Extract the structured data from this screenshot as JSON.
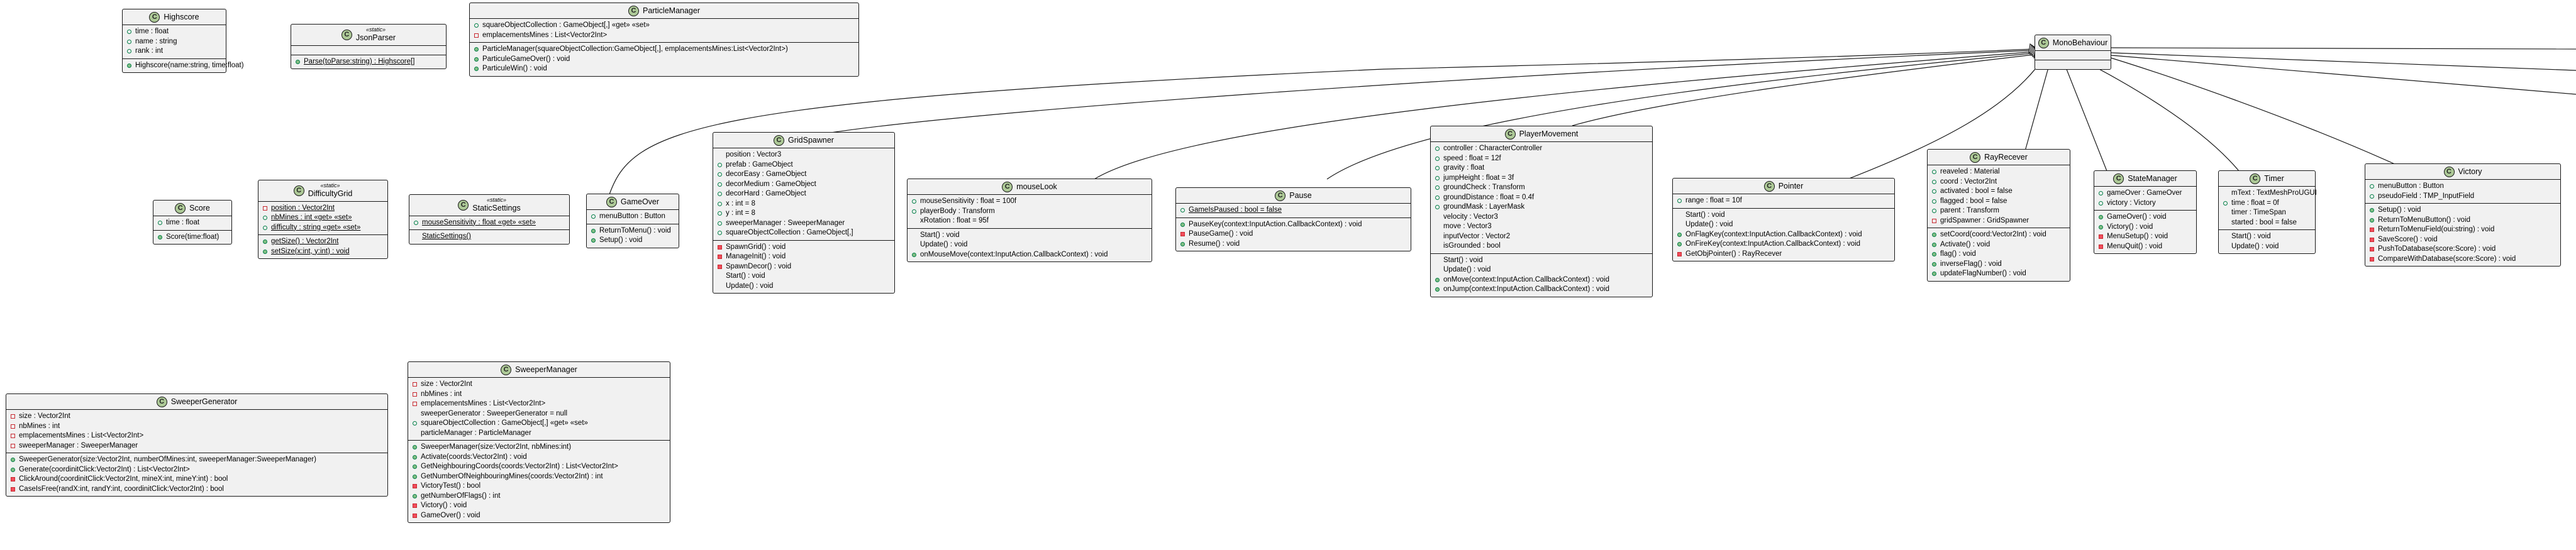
{
  "colors": {
    "class_fill": "#f1f1f1",
    "border": "#181818",
    "class_icon": "#adc997",
    "public": "#84be84",
    "private": "#f24d5c"
  },
  "icons": {
    "class": "circled-c-icon"
  },
  "classes": [
    {
      "id": "highscore",
      "name": "Highscore",
      "stereotype": "",
      "fields": [
        {
          "vis": "pub",
          "text": "time : float"
        },
        {
          "vis": "pub",
          "text": "name : string"
        },
        {
          "vis": "pub",
          "text": "rank : int"
        }
      ],
      "methods": [
        {
          "vis": "pub",
          "text": "Highscore(name:string, time:float)"
        }
      ]
    },
    {
      "id": "jsonparser",
      "name": "JsonParser",
      "stereotype": "«static»",
      "fields": [],
      "methods": [
        {
          "vis": "pub",
          "text": "Parse(toParse:string) : Highscore[]",
          "static": true
        }
      ]
    },
    {
      "id": "particlemanager",
      "name": "ParticleManager",
      "stereotype": "",
      "fields": [
        {
          "vis": "pub",
          "text": "squareObjectCollection : GameObject[,] «get» «set»"
        },
        {
          "vis": "pri",
          "text": "emplacementsMines : List<Vector2Int>"
        }
      ],
      "methods": [
        {
          "vis": "pub",
          "text": "ParticleManager(squareObjectCollection:GameObject[,], emplacementsMines:List<Vector2Int>)"
        },
        {
          "vis": "pub",
          "text": "ParticuleGameOver() : void"
        },
        {
          "vis": "pub",
          "text": "ParticuleWin() : void"
        }
      ]
    },
    {
      "id": "monobehaviour",
      "name": "MonoBehaviour",
      "stereotype": "",
      "fields": [],
      "methods": []
    },
    {
      "id": "score",
      "name": "Score",
      "stereotype": "",
      "fields": [
        {
          "vis": "pub",
          "text": "time : float"
        }
      ],
      "methods": [
        {
          "vis": "pub",
          "text": "Score(time:float)"
        }
      ]
    },
    {
      "id": "difficultygrid",
      "name": "DifficultyGrid",
      "stereotype": "«static»",
      "fields": [
        {
          "vis": "pri",
          "text": "position : Vector2Int",
          "static": true
        },
        {
          "vis": "pub",
          "text": "nbMines : int «get» «set»",
          "static": true
        },
        {
          "vis": "pub",
          "text": "difficulty : string «get» «set»",
          "static": true
        }
      ],
      "methods": [
        {
          "vis": "pub",
          "text": "getSize() : Vector2Int",
          "static": true
        },
        {
          "vis": "pub",
          "text": "setSize(x:int, y:int) : void",
          "static": true
        }
      ]
    },
    {
      "id": "staticsettings",
      "name": "StaticSettings",
      "stereotype": "«static»",
      "fields": [
        {
          "vis": "pub",
          "text": "mouseSensitivity : float «get» «set»",
          "static": true
        }
      ],
      "methods": [
        {
          "vis": "none",
          "text": "StaticSettings()",
          "static": true
        }
      ]
    },
    {
      "id": "gameover",
      "name": "GameOver",
      "stereotype": "",
      "fields": [
        {
          "vis": "pub",
          "text": "menuButton : Button"
        }
      ],
      "methods": [
        {
          "vis": "pub",
          "text": "ReturnToMenu() : void"
        },
        {
          "vis": "pub",
          "text": "Setup() : void"
        }
      ]
    },
    {
      "id": "gridspawner",
      "name": "GridSpawner",
      "stereotype": "",
      "fields": [
        {
          "vis": "none",
          "text": "position : Vector3"
        },
        {
          "vis": "pub",
          "text": "prefab : GameObject"
        },
        {
          "vis": "pub",
          "text": "decorEasy : GameObject"
        },
        {
          "vis": "pub",
          "text": "decorMedium : GameObject"
        },
        {
          "vis": "pub",
          "text": "decorHard : GameObject"
        },
        {
          "vis": "pub",
          "text": "x : int = 8"
        },
        {
          "vis": "pub",
          "text": "y : int = 8"
        },
        {
          "vis": "pub",
          "text": "sweeperManager : SweeperManager"
        },
        {
          "vis": "pub",
          "text": "squareObjectCollection : GameObject[,]"
        }
      ],
      "methods": [
        {
          "vis": "pri",
          "text": "SpawnGrid() : void"
        },
        {
          "vis": "pri",
          "text": "ManageInit() : void"
        },
        {
          "vis": "pri",
          "text": "SpawnDecor() : void"
        },
        {
          "vis": "none",
          "text": "Start() : void"
        },
        {
          "vis": "none",
          "text": "Update() : void"
        }
      ]
    },
    {
      "id": "mouselook",
      "name": "mouseLook",
      "stereotype": "",
      "fields": [
        {
          "vis": "pub",
          "text": "mouseSensitivity : float = 100f"
        },
        {
          "vis": "pub",
          "text": "playerBody : Transform"
        },
        {
          "vis": "none",
          "text": "xRotation : float = 95f"
        }
      ],
      "methods": [
        {
          "vis": "none",
          "text": "Start() : void"
        },
        {
          "vis": "none",
          "text": "Update() : void"
        },
        {
          "vis": "pub",
          "text": "onMouseMove(context:InputAction.CallbackContext) : void"
        }
      ]
    },
    {
      "id": "pause",
      "name": "Pause",
      "stereotype": "",
      "fields": [
        {
          "vis": "pub",
          "text": "GameIsPaused : bool = false",
          "static": true
        }
      ],
      "methods": [
        {
          "vis": "pub",
          "text": "PauseKey(context:InputAction.CallbackContext) : void"
        },
        {
          "vis": "pri",
          "text": "PauseGame() : void"
        },
        {
          "vis": "pub",
          "text": "Resume() : void"
        }
      ]
    },
    {
      "id": "playermovement",
      "name": "PlayerMovement",
      "stereotype": "",
      "fields": [
        {
          "vis": "pub",
          "text": "controller : CharacterController"
        },
        {
          "vis": "pub",
          "text": "speed : float = 12f"
        },
        {
          "vis": "pub",
          "text": "gravity : float"
        },
        {
          "vis": "pub",
          "text": "jumpHeight : float = 3f"
        },
        {
          "vis": "pub",
          "text": "groundCheck : Transform"
        },
        {
          "vis": "pub",
          "text": "groundDistance : float = 0.4f"
        },
        {
          "vis": "pub",
          "text": "groundMask : LayerMask"
        },
        {
          "vis": "none",
          "text": "velocity : Vector3"
        },
        {
          "vis": "none",
          "text": "move : Vector3"
        },
        {
          "vis": "none",
          "text": "inputVector : Vector2"
        },
        {
          "vis": "none",
          "text": "isGrounded : bool"
        }
      ],
      "methods": [
        {
          "vis": "none",
          "text": "Start() : void"
        },
        {
          "vis": "none",
          "text": "Update() : void"
        },
        {
          "vis": "pub",
          "text": "onMove(context:InputAction.CallbackContext) : void"
        },
        {
          "vis": "pub",
          "text": "onJump(context:InputAction.CallbackContext) : void"
        }
      ]
    },
    {
      "id": "pointer",
      "name": "Pointer",
      "stereotype": "",
      "fields": [
        {
          "vis": "pub",
          "text": "range : float = 10f"
        }
      ],
      "methods": [
        {
          "vis": "none",
          "text": "Start() : void"
        },
        {
          "vis": "none",
          "text": "Update() : void"
        },
        {
          "vis": "pub",
          "text": "OnFlagKey(context:InputAction.CallbackContext) : void"
        },
        {
          "vis": "pub",
          "text": "OnFireKey(context:InputAction.CallbackContext) : void"
        },
        {
          "vis": "pri",
          "text": "GetObjPointer() : RayRecever"
        }
      ]
    },
    {
      "id": "rayrecever",
      "name": "RayRecever",
      "stereotype": "",
      "fields": [
        {
          "vis": "pub",
          "text": "reaveled : Material"
        },
        {
          "vis": "pub",
          "text": "coord : Vector2Int"
        },
        {
          "vis": "pub",
          "text": "activated : bool = false"
        },
        {
          "vis": "pub",
          "text": "flagged : bool = false"
        },
        {
          "vis": "pub",
          "text": "parent : Transform"
        },
        {
          "vis": "pri",
          "text": "gridSpawner : GridSpawner"
        }
      ],
      "methods": [
        {
          "vis": "pub",
          "text": "setCoord(coord:Vector2Int) : void"
        },
        {
          "vis": "pub",
          "text": "Activate() : void"
        },
        {
          "vis": "pub",
          "text": "flag() : void"
        },
        {
          "vis": "pub",
          "text": "inverseFlag() : void"
        },
        {
          "vis": "pub",
          "text": "updateFlagNumber() : void"
        }
      ]
    },
    {
      "id": "statemanager",
      "name": "StateManager",
      "stereotype": "",
      "fields": [
        {
          "vis": "pub",
          "text": "gameOver : GameOver"
        },
        {
          "vis": "pub",
          "text": "victory : Victory"
        }
      ],
      "methods": [
        {
          "vis": "pub",
          "text": "GameOver() : void"
        },
        {
          "vis": "pub",
          "text": "Victory() : void"
        },
        {
          "vis": "pri",
          "text": "MenuSetup() : void"
        },
        {
          "vis": "pri",
          "text": "MenuQuit() : void"
        }
      ]
    },
    {
      "id": "timer",
      "name": "Timer",
      "stereotype": "",
      "fields": [
        {
          "vis": "none",
          "text": "mText : TextMeshProUGUI"
        },
        {
          "vis": "pub",
          "text": "time : float = 0f"
        },
        {
          "vis": "none",
          "text": "timer : TimeSpan"
        },
        {
          "vis": "none",
          "text": "started : bool = false"
        }
      ],
      "methods": [
        {
          "vis": "none",
          "text": "Start() : void"
        },
        {
          "vis": "none",
          "text": "Update() : void"
        }
      ]
    },
    {
      "id": "victory",
      "name": "Victory",
      "stereotype": "",
      "fields": [
        {
          "vis": "pub",
          "text": "menuButton : Button"
        },
        {
          "vis": "pub",
          "text": "pseudoField : TMP_InputField"
        }
      ],
      "methods": [
        {
          "vis": "pub",
          "text": "Setup() : void"
        },
        {
          "vis": "pub",
          "text": "ReturnToMenuButton() : void"
        },
        {
          "vis": "pri",
          "text": "ReturnToMenuField(oui:string) : void"
        },
        {
          "vis": "pri",
          "text": "SaveScore() : void"
        },
        {
          "vis": "pri",
          "text": "PushToDatabase(score:Score) : void"
        },
        {
          "vis": "pri",
          "text": "CompareWithDatabase(score:Score) : void"
        }
      ]
    },
    {
      "id": "sweepergenerator",
      "name": "SweeperGenerator",
      "stereotype": "",
      "fields": [
        {
          "vis": "pri",
          "text": "size : Vector2Int"
        },
        {
          "vis": "pri",
          "text": "nbMines : int"
        },
        {
          "vis": "pri",
          "text": "emplacementsMines : List<Vector2Int>"
        },
        {
          "vis": "pri",
          "text": "sweeperManager : SweeperManager"
        }
      ],
      "methods": [
        {
          "vis": "pub",
          "text": "SweeperGenerator(size:Vector2Int, numberOfMines:int, sweeperManager:SweeperManager)"
        },
        {
          "vis": "pub",
          "text": "Generate(coordinitClick:Vector2Int) : List<Vector2Int>"
        },
        {
          "vis": "pri",
          "text": "ClickAround(coordinitClick:Vector2Int, mineX:int, mineY:int) : bool"
        },
        {
          "vis": "pri",
          "text": "CaseIsFree(randX:int, randY:int, coordinitClick:Vector2Int) : bool"
        }
      ]
    },
    {
      "id": "sweepermanager",
      "name": "SweeperManager",
      "stereotype": "",
      "fields": [
        {
          "vis": "pri",
          "text": "size : Vector2Int"
        },
        {
          "vis": "pri",
          "text": "nbMines : int"
        },
        {
          "vis": "pri",
          "text": "emplacementsMines : List<Vector2Int>"
        },
        {
          "vis": "none",
          "text": "sweeperGenerator : SweeperGenerator = null"
        },
        {
          "vis": "pub",
          "text": "squareObjectCollection : GameObject[,] «get» «set»"
        },
        {
          "vis": "none",
          "text": "particleManager : ParticleManager"
        }
      ],
      "methods": [
        {
          "vis": "pub",
          "text": "SweeperManager(size:Vector2Int, nbMines:int)"
        },
        {
          "vis": "pub",
          "text": "Activate(coords:Vector2Int) : void"
        },
        {
          "vis": "pub",
          "text": "GetNeighbouringCoords(coords:Vector2Int) : List<Vector2Int>"
        },
        {
          "vis": "pub",
          "text": "GetNumberOfNeighbouringMines(coords:Vector2Int) : int"
        },
        {
          "vis": "pri",
          "text": "VictoryTest() : bool"
        },
        {
          "vis": "pub",
          "text": "getNumberOfFlags() : int"
        },
        {
          "vis": "pri",
          "text": "Victory() : void"
        },
        {
          "vis": "pri",
          "text": "GameOver() : void"
        }
      ]
    }
  ],
  "inheritance": [
    {
      "from": "gameover",
      "to": "monobehaviour"
    },
    {
      "from": "gridspawner",
      "to": "monobehaviour"
    },
    {
      "from": "mouselook",
      "to": "monobehaviour"
    },
    {
      "from": "pause",
      "to": "monobehaviour"
    },
    {
      "from": "playermovement",
      "to": "monobehaviour"
    },
    {
      "from": "pointer",
      "to": "monobehaviour"
    },
    {
      "from": "rayrecever",
      "to": "monobehaviour"
    },
    {
      "from": "statemanager",
      "to": "monobehaviour"
    },
    {
      "from": "timer",
      "to": "monobehaviour"
    },
    {
      "from": "victory",
      "to": "monobehaviour"
    }
  ]
}
